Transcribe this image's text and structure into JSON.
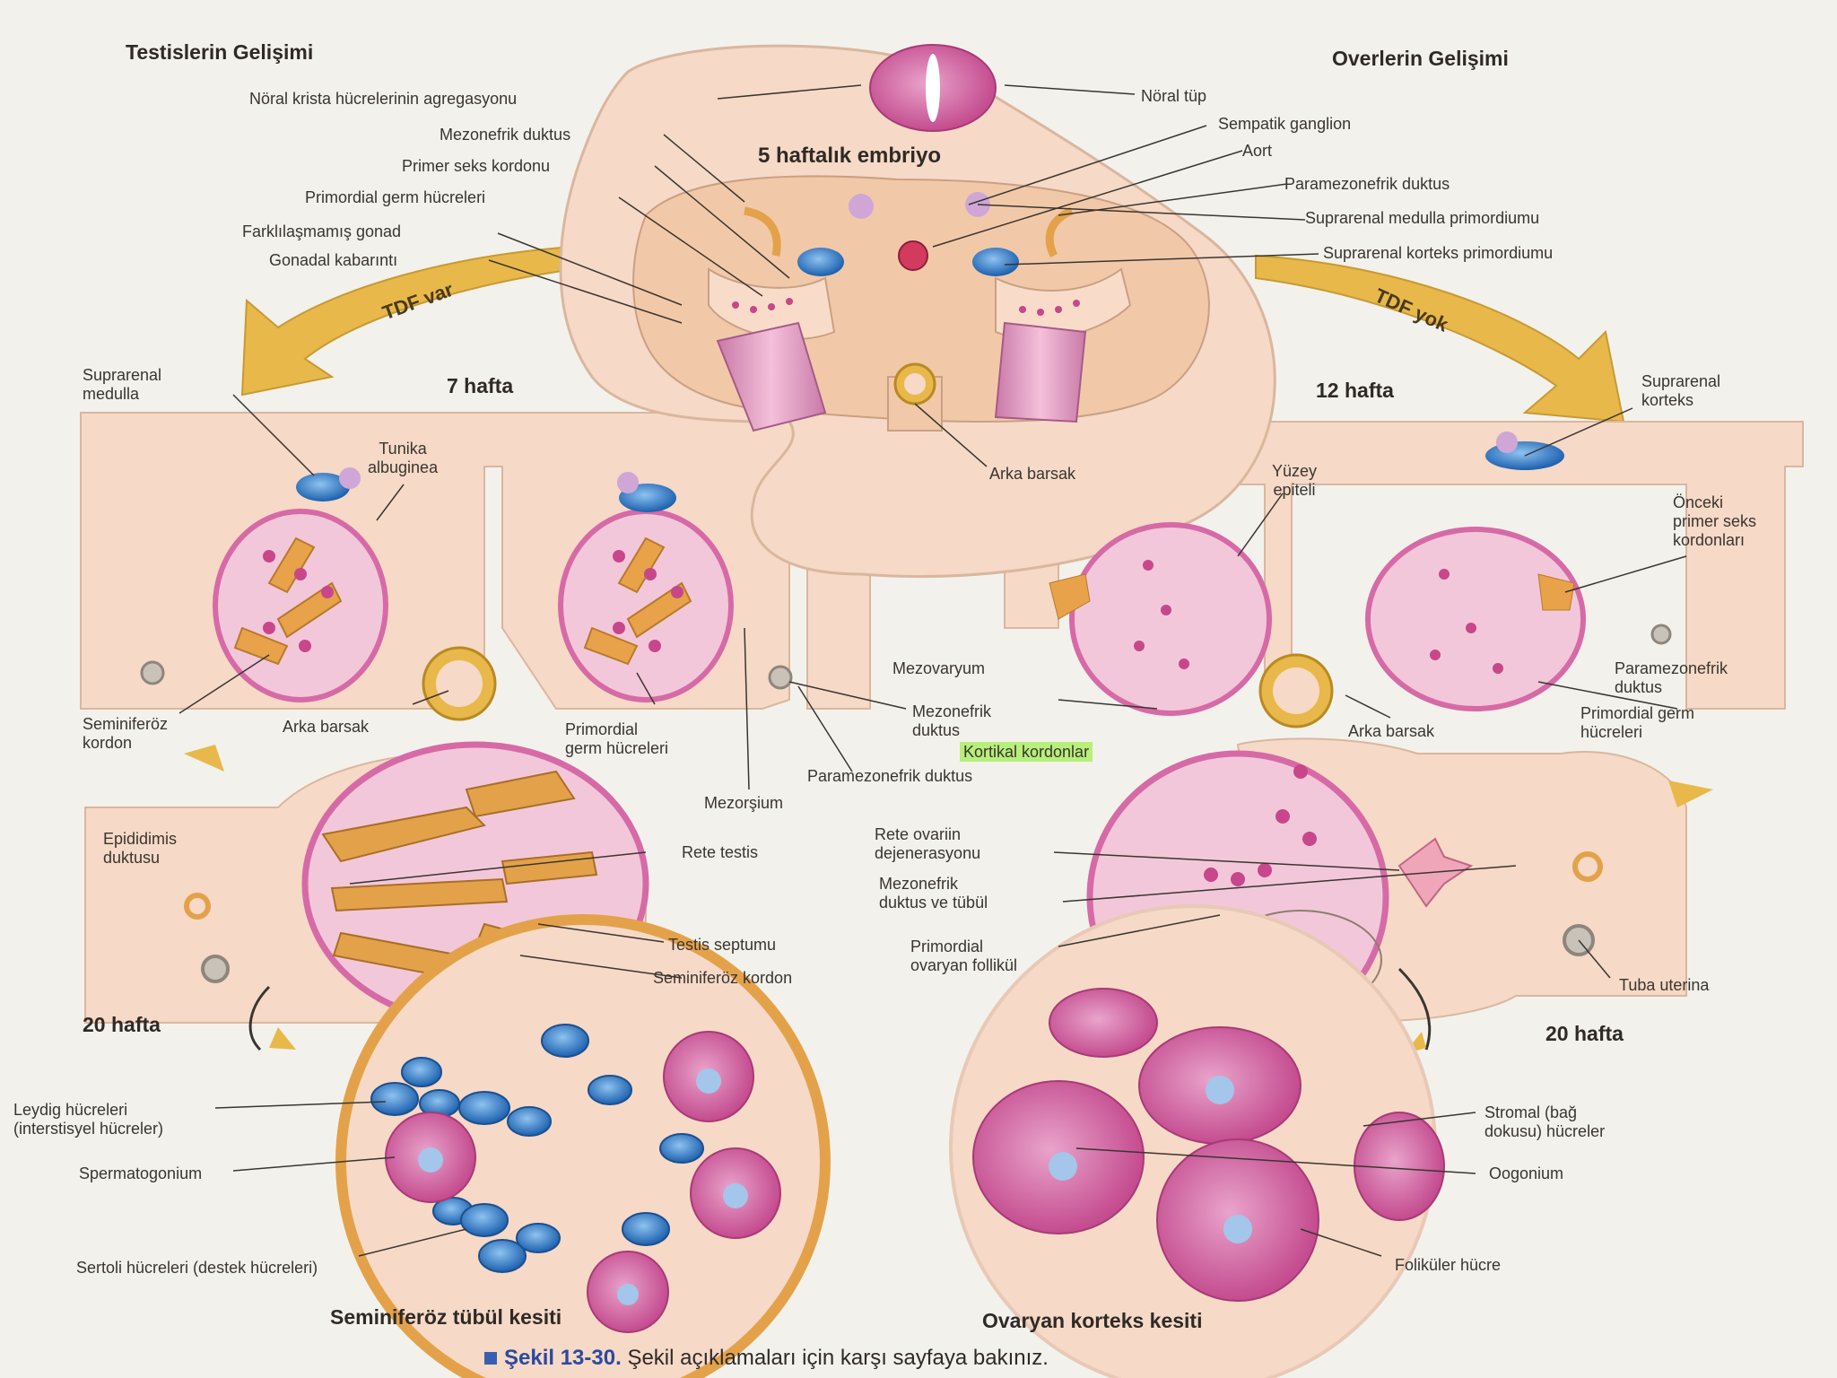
{
  "titles": {
    "left": "Testislerin Gelişimi",
    "right": "Overlerin Gelişimi",
    "embryo": "5 haftalık embriyo"
  },
  "arrows": {
    "left": "TDF var",
    "right": "TDF yok"
  },
  "stages": {
    "week7": "7 hafta",
    "week12": "12 hafta",
    "week20_left": "20 hafta",
    "week20_right": "20 hafta"
  },
  "embryo_labels": {
    "noral_krista": "Nöral krista hücrelerinin agregasyonu",
    "mezonefrik": "Mezonefrik duktus",
    "primer_seks": "Primer seks kordonu",
    "primordial_germ": "Primordial germ hücreleri",
    "farklilasmamis": "Farklılaşmamış gonad",
    "gonadal": "Gonadal kabarıntı",
    "noral_tup": "Nöral tüp",
    "sempatik": "Sempatik ganglion",
    "aort": "Aort",
    "paramezonefrik": "Paramezonefrik duktus",
    "suprarenal_medulla": "Suprarenal medulla primordiumu",
    "suprarenal_korteks": "Suprarenal korteks primordiumu",
    "arka_barsak": "Arka barsak"
  },
  "week7_labels": {
    "suprarenal_medulla": "Suprarenal\nmedulla",
    "tunika": "Tunika\nalbuginea",
    "seminiferoz": "Seminiferöz\nkordon",
    "arka_barsak": "Arka barsak",
    "primordial_germ": "Primordial\ngerm hücreleri",
    "mezonefrik": "Mezonefrik\nduktus",
    "paramezonefrik": "Paramezonefrik duktus",
    "mezorsium": "Mezorşium"
  },
  "week12_labels": {
    "suprarenal_korteks": "Suprarenal\nkorteks",
    "yuzey": "Yüzey\nepiteli",
    "onceki": "Önceki\nprimer seks\nkordonları",
    "mezovaryum": "Mezovaryum",
    "kortikal": "Kortikal kordonlar",
    "arka_barsak": "Arka barsak",
    "paramezonefrik": "Paramezonefrik\nduktus",
    "primordial_germ": "Primordial germ\nhücreleri"
  },
  "week20_left_labels": {
    "epididimis": "Epididimis\nduktusu",
    "rete": "Rete testis",
    "septum": "Testis septumu",
    "seminiferoz": "Seminiferöz kordon"
  },
  "week20_right_labels": {
    "rete_ovari": "Rete ovariin\ndejenerasyonu",
    "mezonefrik": "Mezonefrik\nduktus ve tübül",
    "primordial": "Primordial\novaryan follikül",
    "tuba": "Tuba uterina"
  },
  "section_left_labels": {
    "leydig": "Leydig hücreleri\n(interstisyel hücreler)",
    "spermatogonium": "Spermatogonium",
    "sertoli": "Sertoli hücreleri (destek hücreleri)",
    "title": "Seminiferöz tübül kesiti"
  },
  "section_right_labels": {
    "stromal": "Stromal (bağ\ndokusu) hücreler",
    "oogonium": "Oogonium",
    "follikuler": "Foliküler hücre",
    "title": "Ovaryan korteks kesiti"
  },
  "caption": {
    "figure": "Şekil 13-30.",
    "text": "Şekil açıklamaları için karşı sayfaya bakınız."
  },
  "colors": {
    "tissue": "#f6d9c6",
    "pink": "#e89ac4",
    "magenta": "#c7478a",
    "arrow": "#e8b84a",
    "blue": "#1f6fc6",
    "lavender": "#cfa6d6",
    "orange": "#e3a24a",
    "highlight": "#b7ef7a"
  }
}
